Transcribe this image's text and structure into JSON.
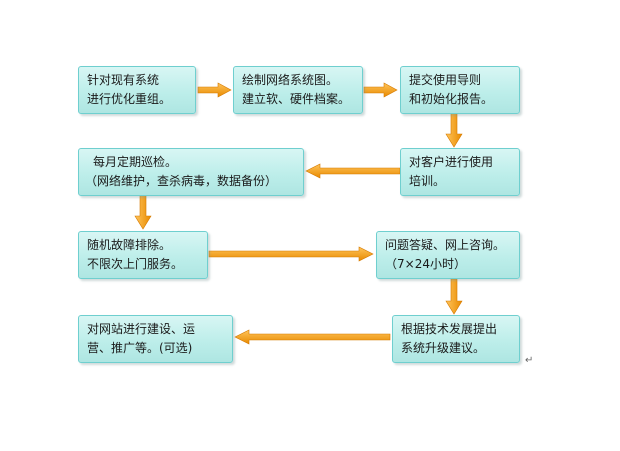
{
  "colors": {
    "arrow": "#f29a0c",
    "box_fill": "#c4f0ee",
    "box_border": "#6fcfcf"
  },
  "nodes": [
    {
      "id": "n1",
      "lines": [
        "针对现有系统",
        "进行优化重组。"
      ]
    },
    {
      "id": "n2",
      "lines": [
        "绘制网络系统图。",
        "建立软、硬件档案。"
      ]
    },
    {
      "id": "n3",
      "lines": [
        "提交使用导则",
        "和初始化报告。"
      ]
    },
    {
      "id": "n4",
      "lines": [
        "对客户进行使用",
        "培训。"
      ]
    },
    {
      "id": "n5",
      "lines": [
        "每月定期巡检。",
        "（网络维护，查杀病毒，数据备份）"
      ]
    },
    {
      "id": "n6",
      "lines": [
        "随机故障排除。",
        "不限次上门服务。"
      ]
    },
    {
      "id": "n7",
      "lines": [
        "问题答疑、网上咨询。",
        "（7×24小时）"
      ]
    },
    {
      "id": "n8",
      "lines": [
        "根据技术发展提出",
        "系统升级建议。"
      ]
    },
    {
      "id": "n9",
      "lines": [
        "对网站进行建设、运",
        "营、推广等。(可选)"
      ]
    }
  ],
  "edges": [
    {
      "from": "n1",
      "to": "n2"
    },
    {
      "from": "n2",
      "to": "n3"
    },
    {
      "from": "n3",
      "to": "n4"
    },
    {
      "from": "n4",
      "to": "n5"
    },
    {
      "from": "n5",
      "to": "n6"
    },
    {
      "from": "n6",
      "to": "n7"
    },
    {
      "from": "n7",
      "to": "n8"
    },
    {
      "from": "n8",
      "to": "n9"
    }
  ],
  "paragraph_mark": "↵"
}
